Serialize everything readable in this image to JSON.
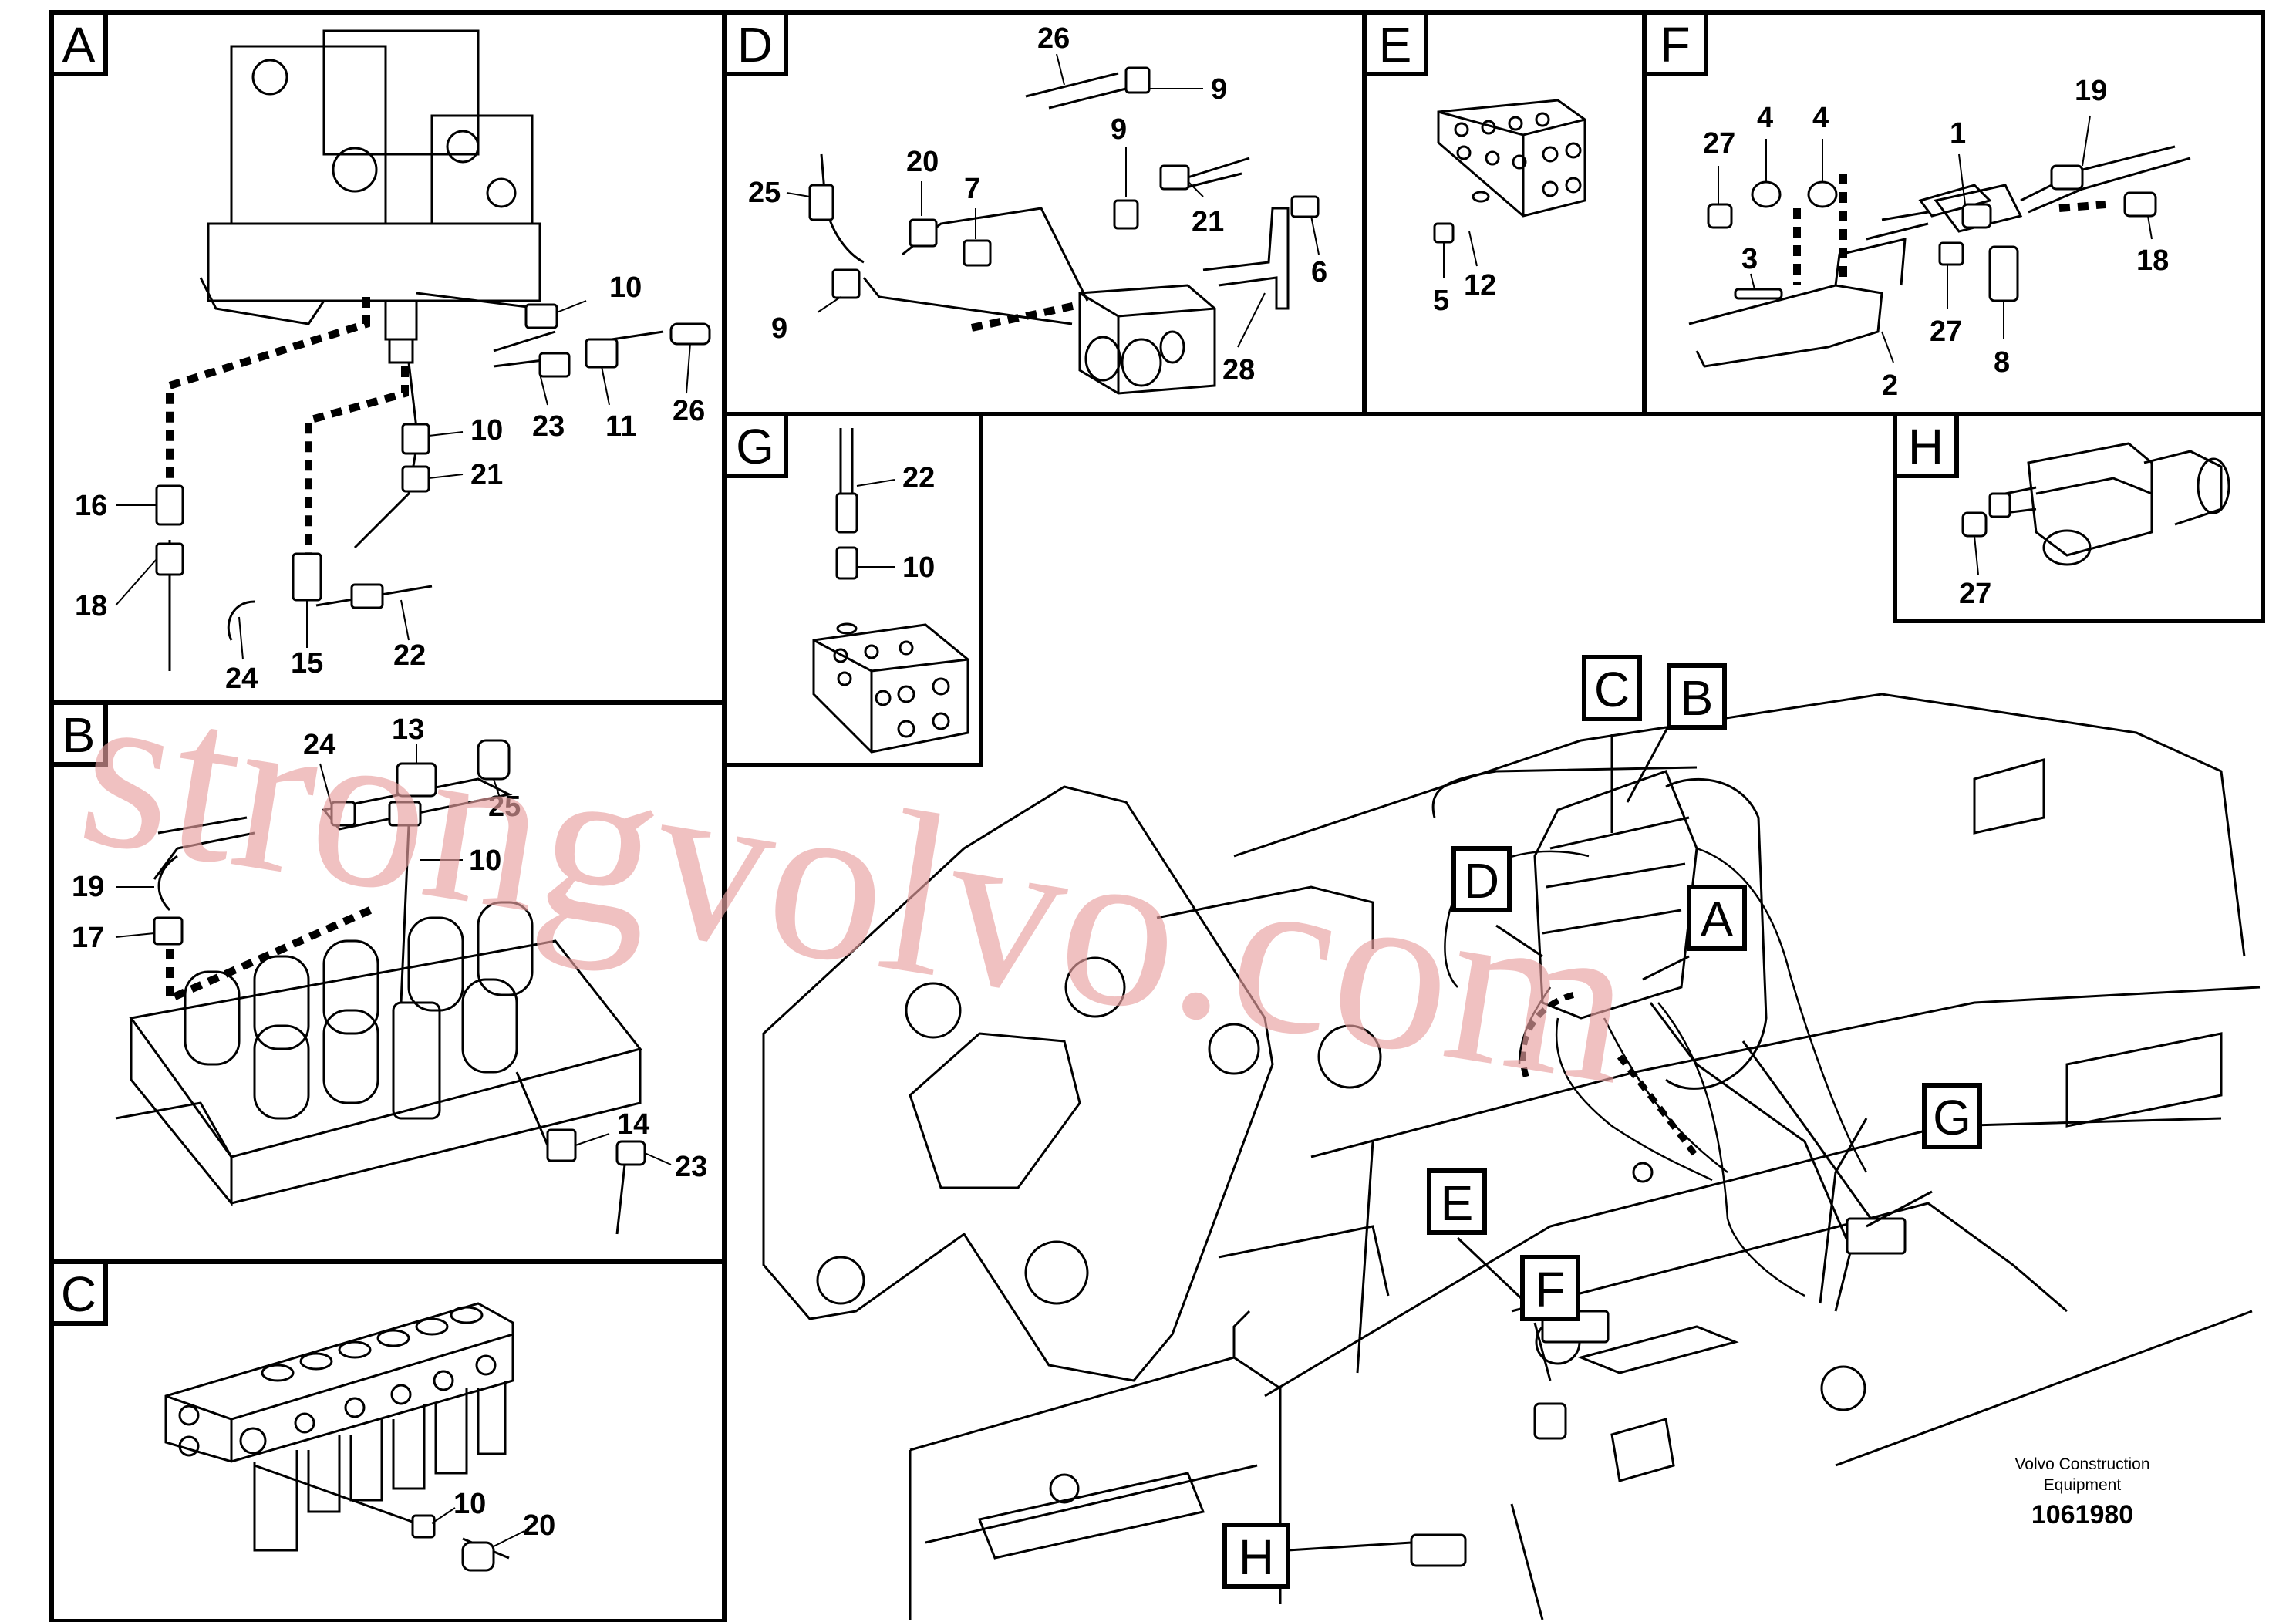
{
  "views": {
    "A": {
      "letter": "A",
      "parts": [
        "10",
        "23",
        "11",
        "26",
        "10",
        "21",
        "16",
        "18",
        "24",
        "15",
        "22"
      ]
    },
    "B": {
      "letter": "B",
      "parts": [
        "24",
        "13",
        "25",
        "19",
        "10",
        "17",
        "14",
        "23"
      ]
    },
    "C": {
      "letter": "C",
      "parts": [
        "10",
        "20"
      ]
    },
    "D": {
      "letter": "D",
      "parts": [
        "26",
        "9",
        "25",
        "20",
        "7",
        "9",
        "21",
        "6",
        "9",
        "28"
      ]
    },
    "E": {
      "letter": "E",
      "parts": [
        "5",
        "12"
      ]
    },
    "F": {
      "letter": "F",
      "parts": [
        "27",
        "4",
        "4",
        "1",
        "19",
        "3",
        "18",
        "27",
        "2",
        "8"
      ]
    },
    "G": {
      "letter": "G",
      "parts": [
        "22",
        "10"
      ]
    },
    "H": {
      "letter": "H",
      "parts": [
        "27"
      ]
    }
  },
  "overview_callouts": [
    "C",
    "B",
    "D",
    "A",
    "G",
    "E",
    "F",
    "H"
  ],
  "company": "Volvo Construction Equipment",
  "company_line1": "Volvo Construction",
  "company_line2": "Equipment",
  "drawing_number": "1061980",
  "watermark": "strongvolvo.com",
  "colors": {
    "line": "#000000",
    "watermark": "#e9a0a0",
    "background": "#ffffff"
  }
}
